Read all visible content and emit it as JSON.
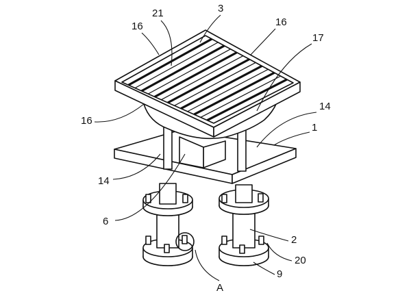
{
  "labels": {
    "l21": "21",
    "l3": "3",
    "l16a": "16",
    "l16b": "16",
    "l17": "17",
    "l16c": "16",
    "l14a": "14",
    "l1": "1",
    "l14b": "14",
    "l6": "6",
    "l2": "2",
    "l20": "20",
    "l9": "9",
    "lA": "A"
  }
}
